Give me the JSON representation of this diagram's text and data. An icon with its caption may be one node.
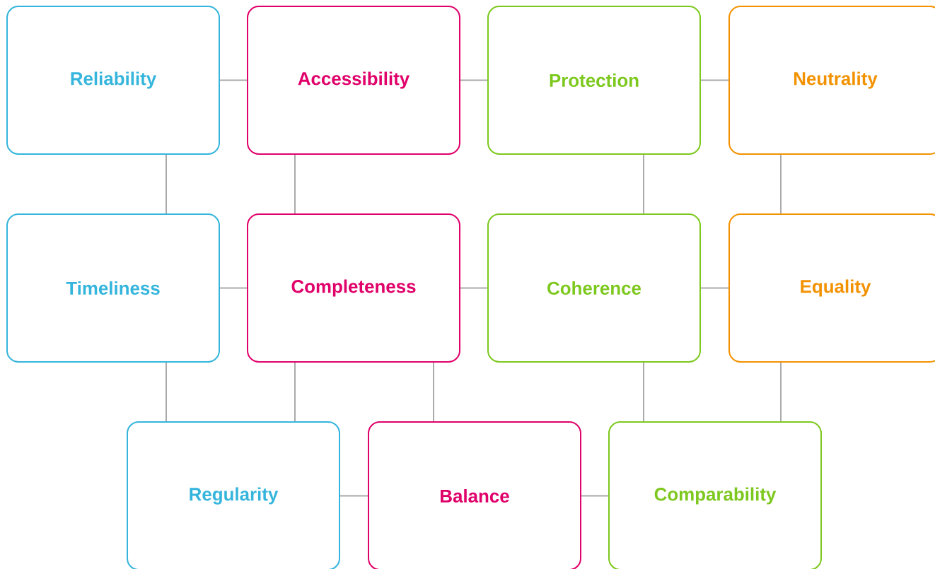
{
  "diagram": {
    "nodes": [
      {
        "text": [
          "Reliability"
        ]
      },
      {
        "text": [
          "Accessibility"
        ]
      },
      {
        "text": [
          "Protection"
        ]
      },
      {
        "text": [
          "Neutrality"
        ]
      },
      {
        "text": [
          "Timeliness"
        ]
      },
      {
        "text": [
          "Completeness"
        ]
      },
      {
        "text": [
          "Coherence"
        ]
      },
      {
        "text": [
          "Equality"
        ]
      },
      {
        "text": [
          "Regularity"
        ]
      },
      {
        "text": [
          "Balance"
        ]
      },
      {
        "text": [
          "Comparability"
        ]
      }
    ],
    "edges": [
      {
        "from": 0,
        "to": 1,
        "arrow": "none"
      },
      {
        "from": 1,
        "to": 2,
        "arrow": "none"
      },
      {
        "from": 2,
        "to": 3,
        "arrow": "none"
      },
      {
        "from": 0,
        "to": 4,
        "arrow": "none"
      },
      {
        "from": 1,
        "to": 5,
        "arrow": "none"
      },
      {
        "from": 2,
        "to": 6,
        "arrow": "none"
      },
      {
        "from": 3,
        "to": 7,
        "arrow": "none"
      },
      {
        "from": 4,
        "to": 5,
        "arrow": "none"
      },
      {
        "from": 5,
        "to": 6,
        "arrow": "none"
      },
      {
        "from": 6,
        "to": 7,
        "arrow": "none"
      },
      {
        "from": 4,
        "to": 8,
        "arrow": "none"
      },
      {
        "from": 5,
        "to": 8,
        "arrow": "none"
      },
      {
        "from": 5,
        "to": 9,
        "arrow": "none"
      },
      {
        "from": 6,
        "to": 10,
        "arrow": "none"
      },
      {
        "from": 7,
        "to": 10,
        "arrow": "none"
      },
      {
        "from": 8,
        "to": 9,
        "arrow": "none"
      },
      {
        "from": 9,
        "to": 10,
        "arrow": "none"
      }
    ]
  }
}
